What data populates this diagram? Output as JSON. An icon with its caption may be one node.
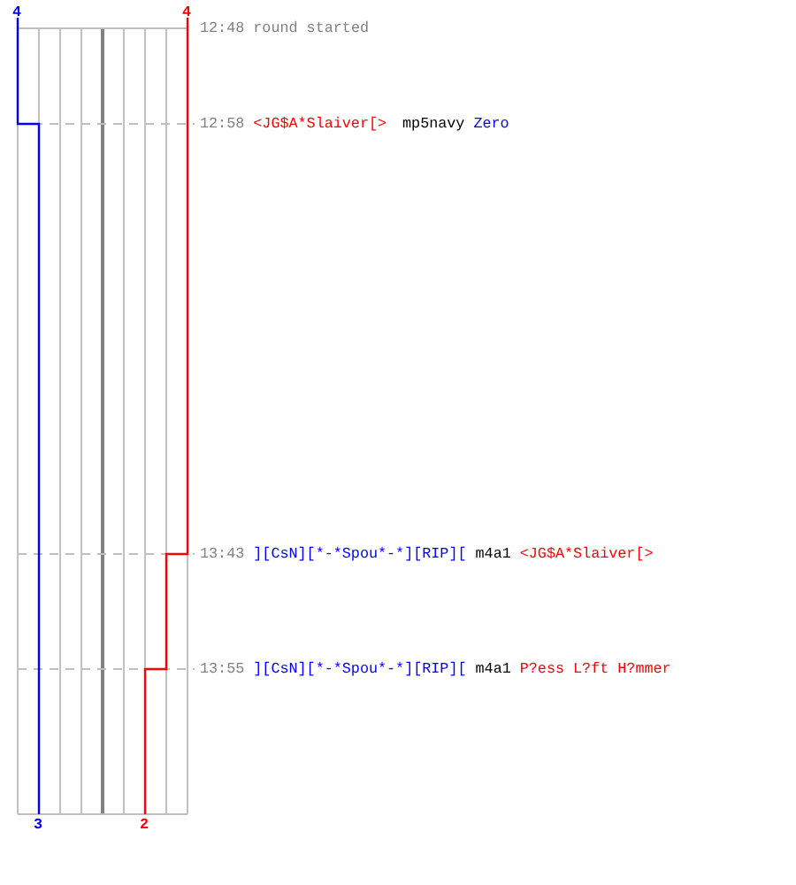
{
  "diagram": {
    "labels": [
      "4",
      "4",
      "12:48 round started",
      "12:58",
      "<JG$A*Slaiver[>",
      "mp5navy",
      "Zero",
      "13:43",
      "][CsN][*-*Spou*-*][RIP][",
      "m4a1",
      "<JG$A*Slaiver[>",
      "13:55",
      "][CsN][*-*Spou*-*][RIP][",
      "m4a1",
      "P?ess L?ft H?mmer",
      "3",
      "2"
    ]
  }
}
